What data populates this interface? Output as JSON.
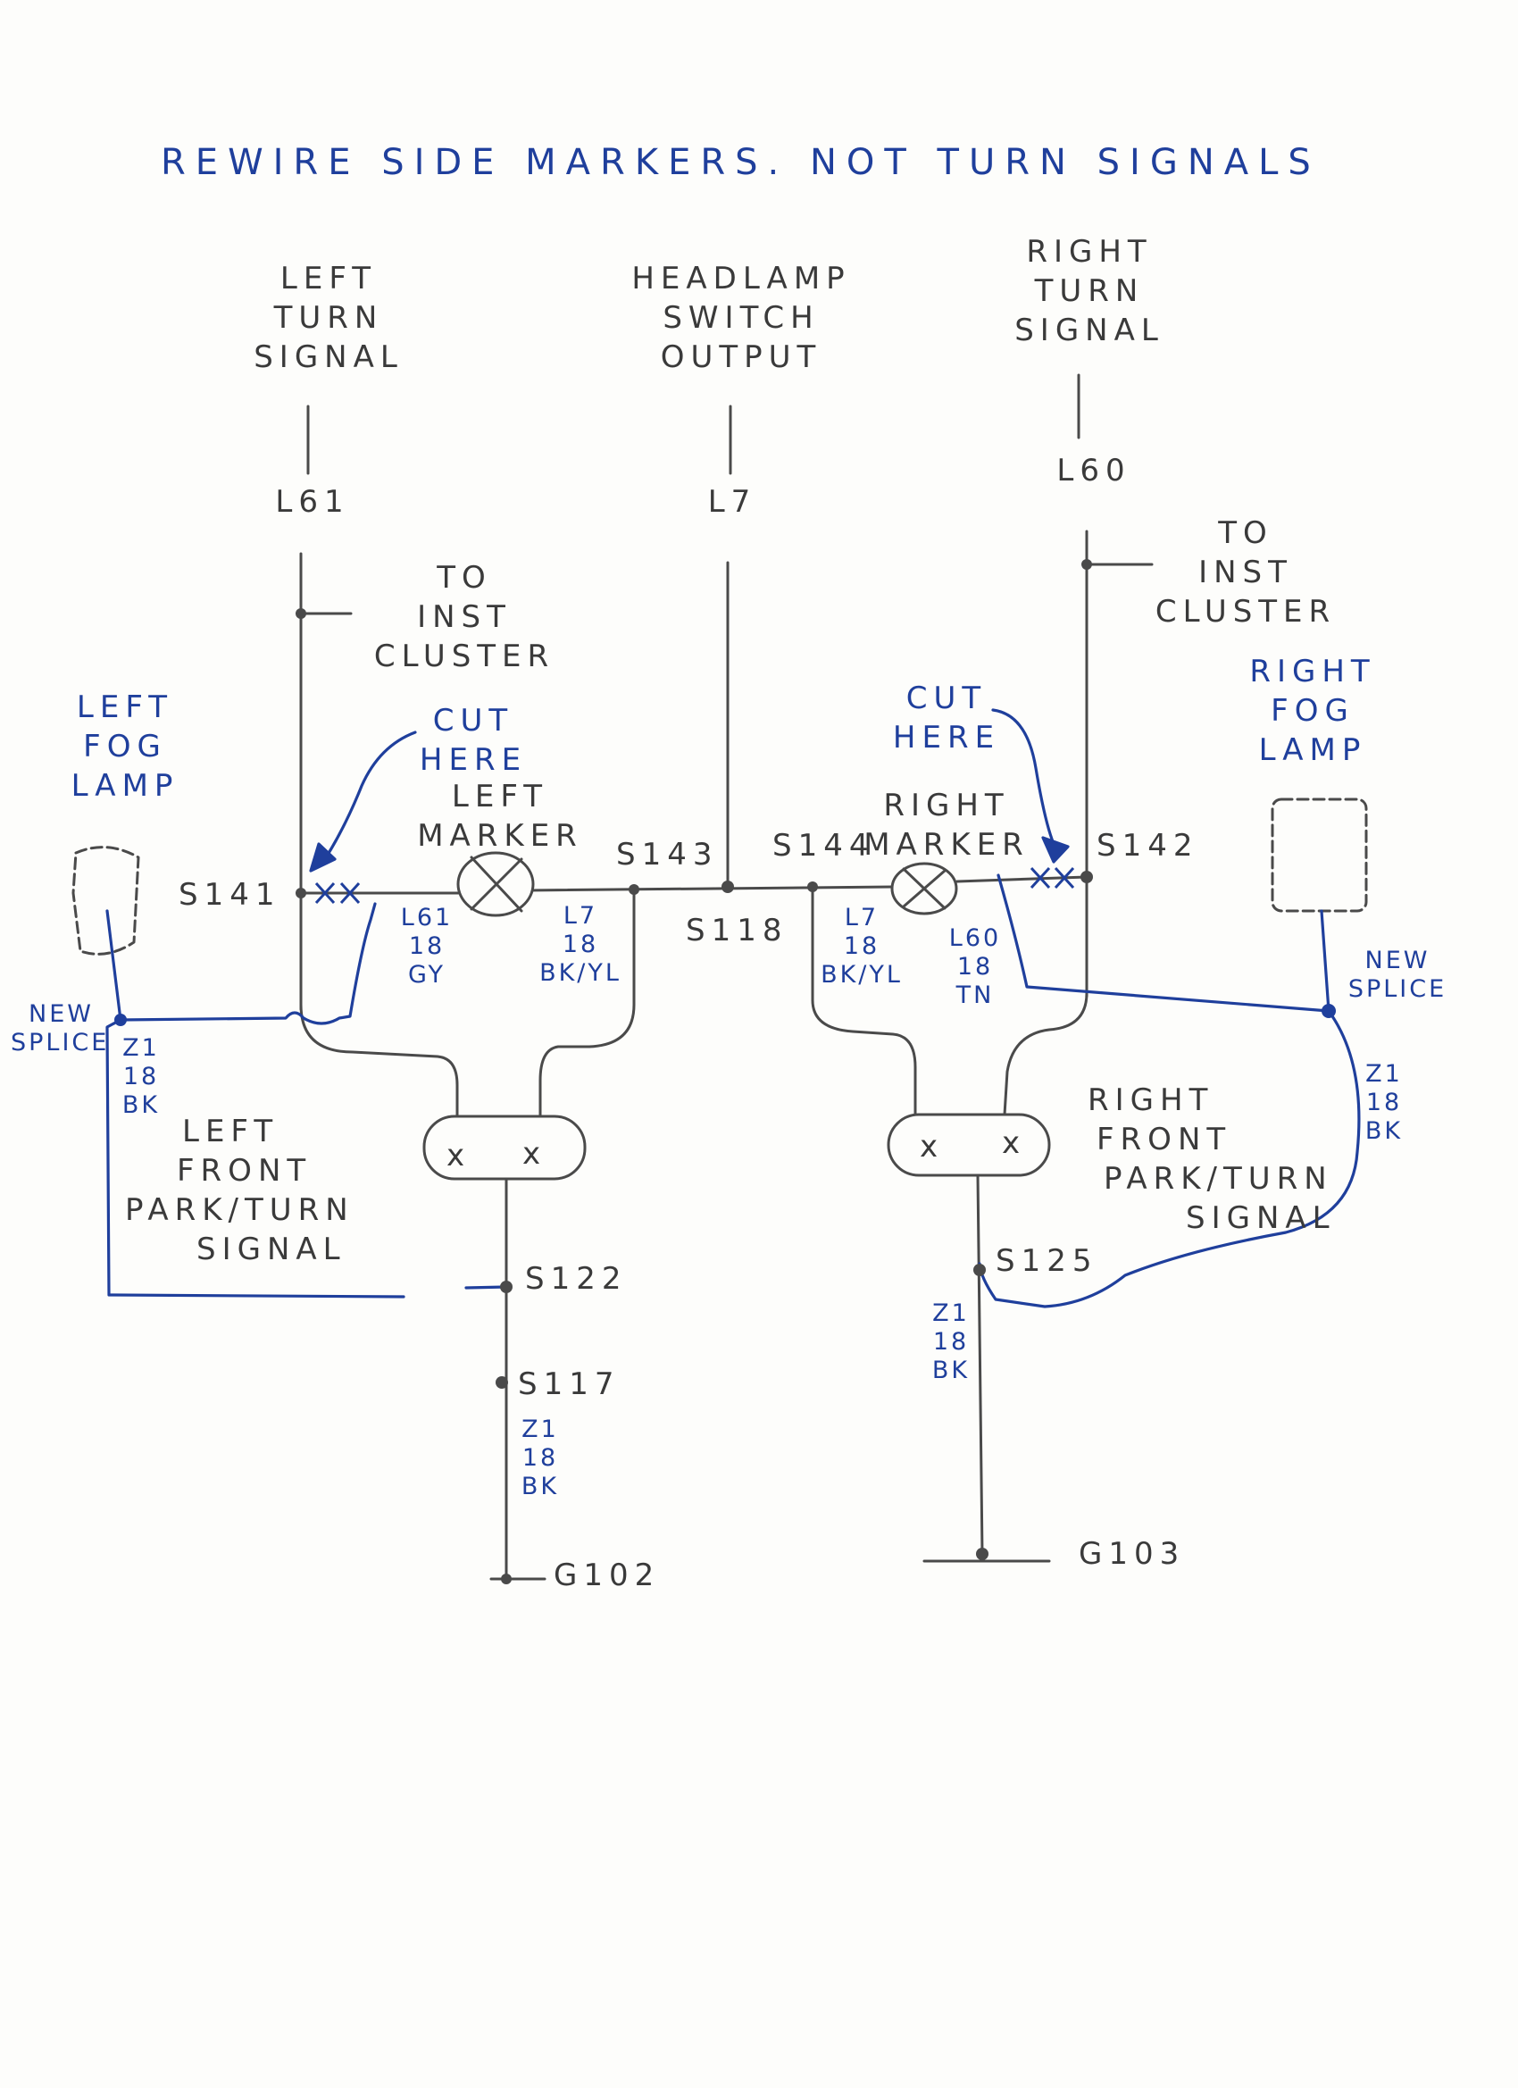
{
  "title": "REWIRE SIDE MARKERS. NOT TURN SIGNALS",
  "colors": {
    "pencil": "#4a4a4a",
    "ink_blue": "#1f3f9c"
  },
  "sources": {
    "left_turn_signal": [
      "LEFT",
      "TURN",
      "SIGNAL"
    ],
    "headlamp_switch_output": [
      "HEADLAMP",
      "SWITCH",
      "OUTPUT"
    ],
    "right_turn_signal": [
      "RIGHT",
      "TURN",
      "SIGNAL"
    ]
  },
  "circuits": {
    "left": "L61",
    "center": "L7",
    "right": "L60"
  },
  "inst_cluster_left": [
    "TO",
    "INST",
    "CLUSTER"
  ],
  "inst_cluster_right": [
    "TO",
    "INST",
    "CLUSTER"
  ],
  "cut_here_left": [
    "CUT",
    "HERE"
  ],
  "cut_here_right": [
    "CUT",
    "HERE"
  ],
  "left_marker": [
    "LEFT",
    "MARKER"
  ],
  "right_marker": [
    "RIGHT",
    "MARKER"
  ],
  "left_fog_lamp": [
    "LEFT",
    "FOG",
    "LAMP"
  ],
  "right_fog_lamp": [
    "RIGHT",
    "FOG",
    "LAMP"
  ],
  "splices": {
    "s141": "S141",
    "s143": "S143",
    "s118": "S118",
    "s144": "S144",
    "s142": "S142",
    "s122": "S122",
    "s117": "S117",
    "s125": "S125"
  },
  "wires": {
    "l61_gy": [
      "L61",
      "18",
      "GY"
    ],
    "l7_left": [
      "L7",
      "18",
      "BK/YL"
    ],
    "l7_right": [
      "L7",
      "18",
      "BK/YL"
    ],
    "l60_tn": [
      "L60",
      "18",
      "TN"
    ],
    "z1_left": [
      "Z1",
      "18",
      "BK"
    ],
    "z1_right_upper": [
      "Z1",
      "18",
      "BK"
    ],
    "z1_right_lower": [
      "Z1",
      "18",
      "BK"
    ],
    "z1_bottom_left": [
      "Z1",
      "18",
      "BK"
    ]
  },
  "new_splice_left": [
    "NEW",
    "SPLICE"
  ],
  "new_splice_right": [
    "NEW",
    "SPLICE"
  ],
  "left_front_park_turn": [
    "LEFT",
    "FRONT",
    "PARK/TURN",
    "SIGNAL"
  ],
  "right_front_park_turn": [
    "RIGHT",
    "FRONT",
    "PARK/TURN",
    "SIGNAL"
  ],
  "connector_marks": {
    "left": [
      "x",
      "x"
    ],
    "right": [
      "x",
      "x"
    ]
  },
  "grounds": {
    "left": "G102",
    "right": "G103"
  }
}
